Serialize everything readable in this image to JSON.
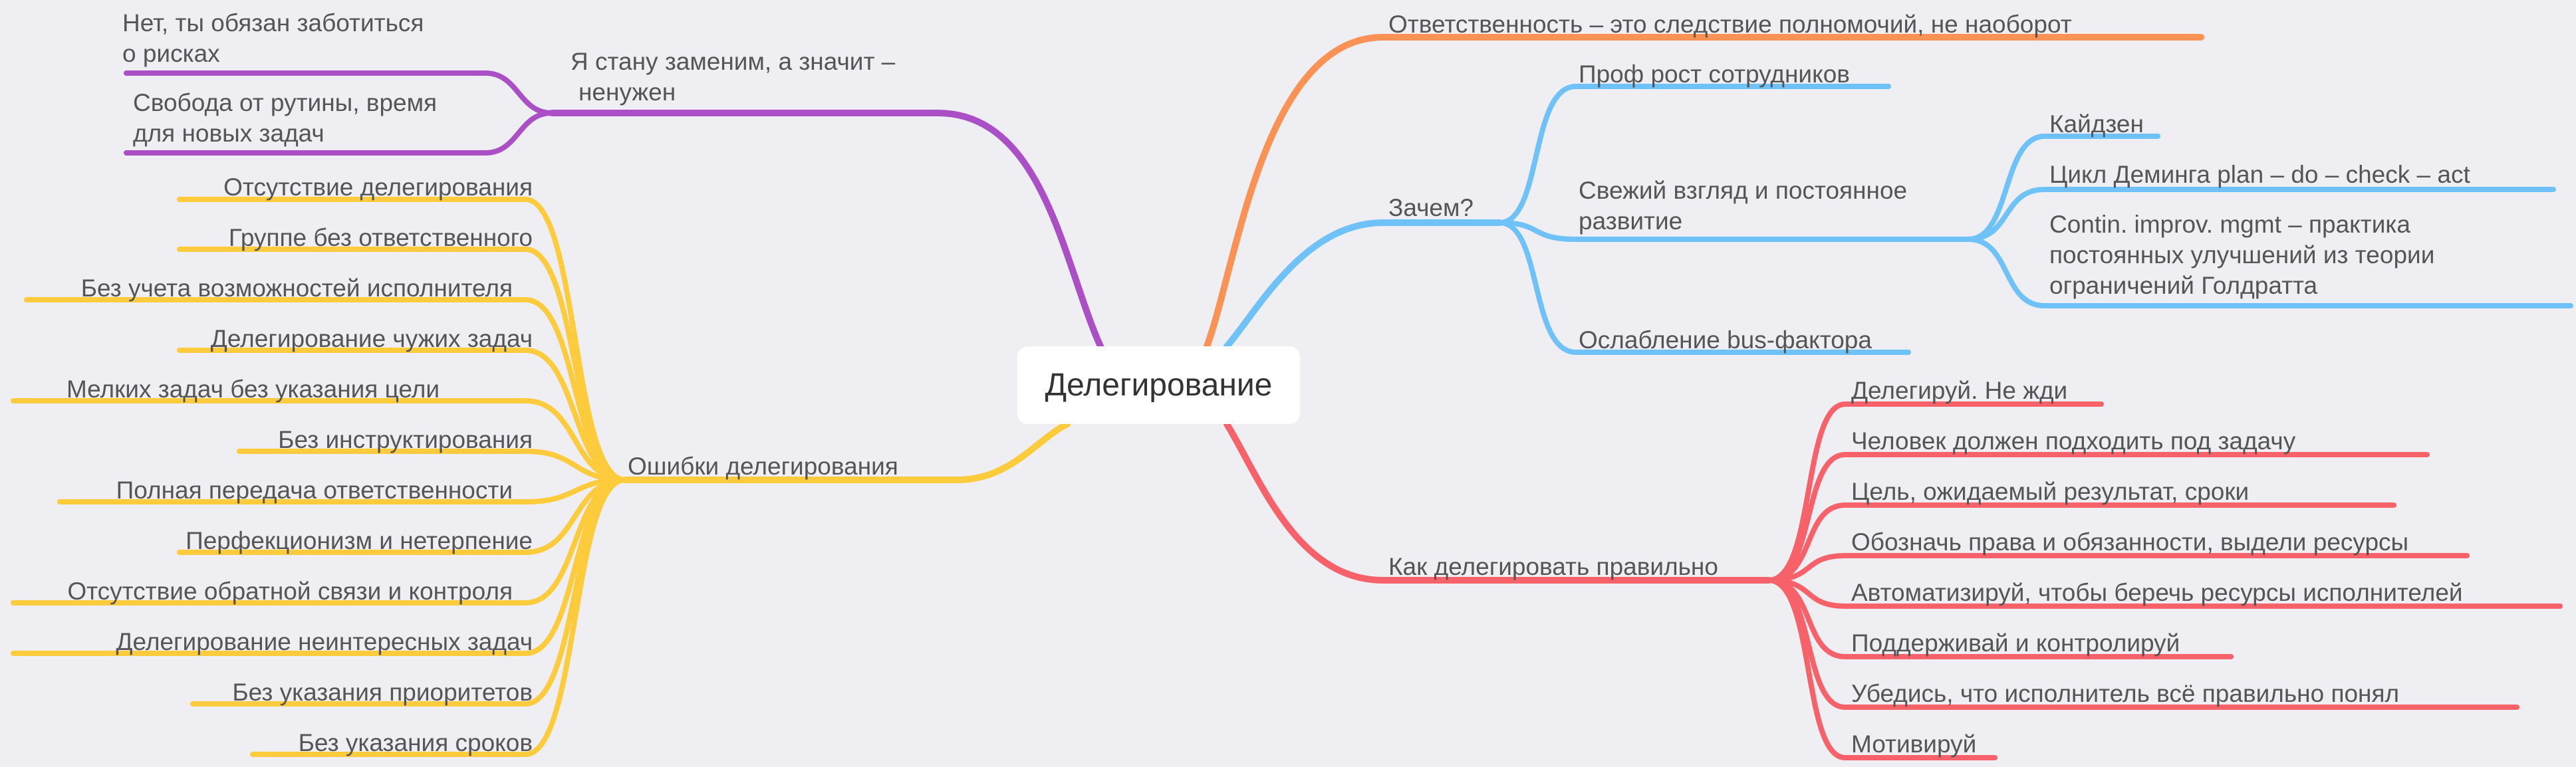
{
  "root": "Делегирование",
  "colors": {
    "purple": "#ab4fc6",
    "yellow": "#fdcb3c",
    "orange": "#f99254",
    "blue": "#6ec2f7",
    "red": "#f7626a"
  },
  "branches": {
    "replaceable": {
      "label": "Я стану заменим, а значит –\nненужен",
      "children": [
        "Нет, ты обязан заботиться\nо рисках",
        "Свобода от рутины, время\nдля новых задач"
      ]
    },
    "mistakes": {
      "label": "Ошибки делегирования",
      "children": [
        "Отсутствие делегирования",
        "Группе без ответственного",
        "Без учета возможностей исполнителя",
        "Делегирование чужих задач",
        "Мелких задач без указания цели",
        "Без инструктирования",
        "Полная передача ответственности",
        "Перфекционизм и нетерпение",
        "Отсутствие обратной связи и контроля",
        "Делегирование неинтересных задач",
        "Без указания приоритетов",
        "Без указания сроков"
      ]
    },
    "responsibility": {
      "label": "Ответственность – это следствие полномочий, не наоборот"
    },
    "why": {
      "label": "Зачем?",
      "children": [
        "Проф рост сотрудников",
        "Свежий взгляд и постоянное\nразвитие",
        "Ослабление bus-фактора"
      ],
      "fresh_children": [
        "Кайдзен",
        "Цикл Деминга plan – do – check – act",
        "Contin. improv. mgmt – практика\nпостоянных улучшений из теории\nограничений Голдратта"
      ]
    },
    "how": {
      "label": "Как делегировать правильно",
      "children": [
        "Делегируй. Не жди",
        "Человек должен подходить под задачу",
        "Цель, ожидаемый результат, сроки",
        "Обозначь права и обязанности, выдели ресурсы",
        "Автоматизируй, чтобы беречь ресурсы исполнителей",
        "Поддерживай и контролируй",
        "Убедись, что исполнитель всё правильно понял",
        "Мотивируй"
      ]
    }
  }
}
